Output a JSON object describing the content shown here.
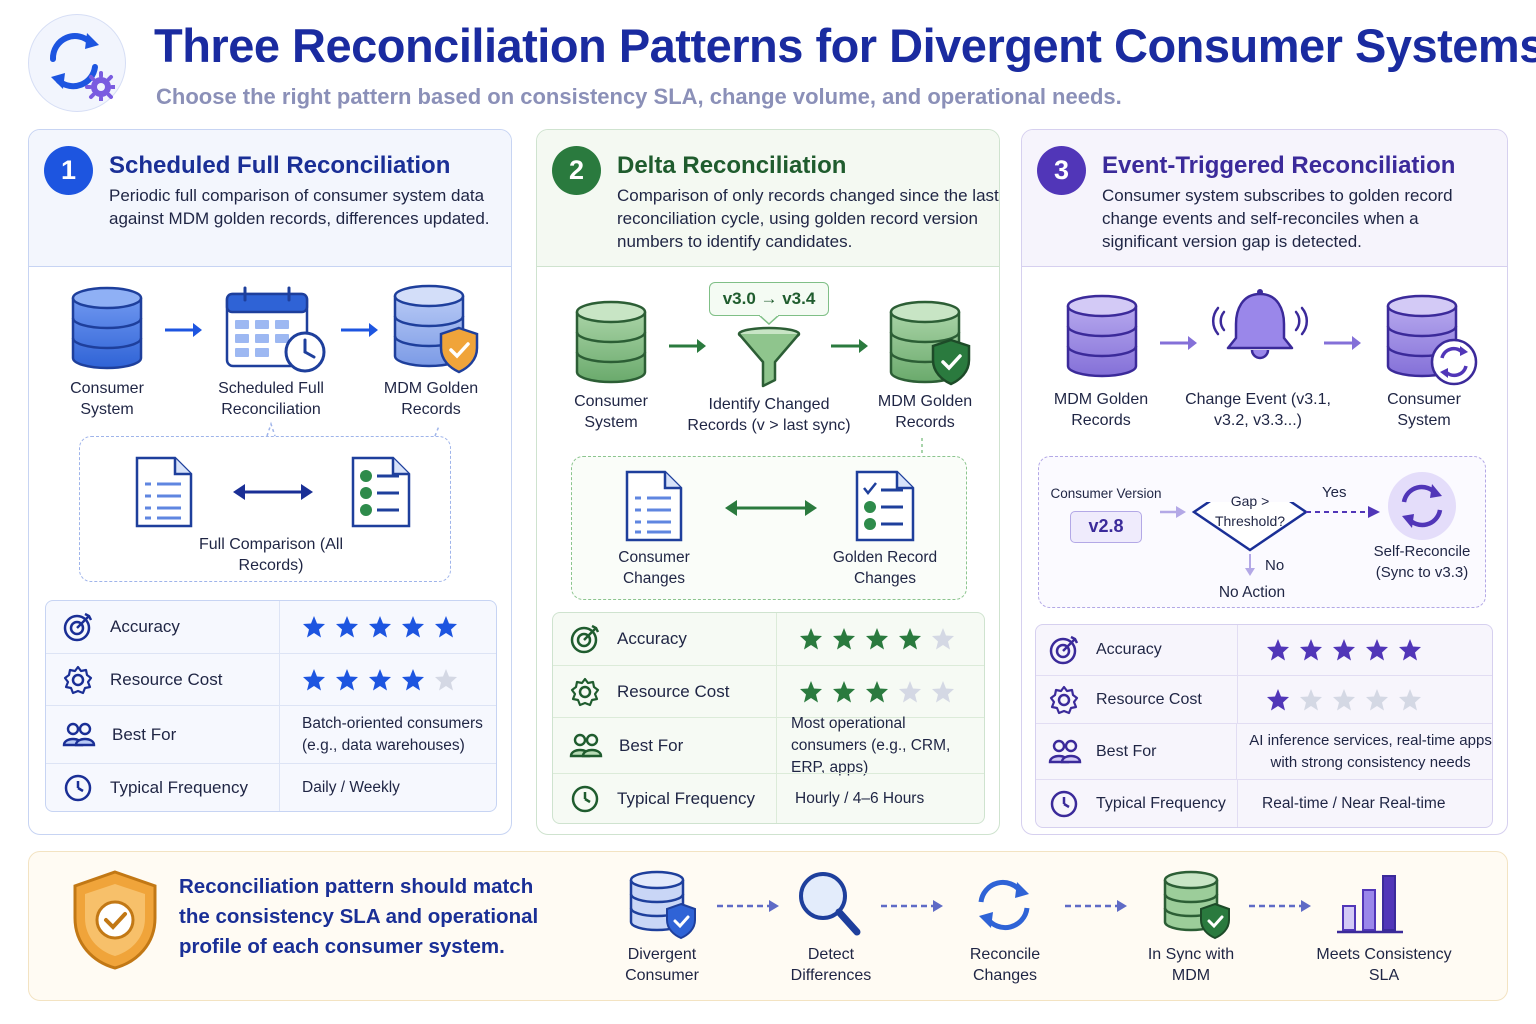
{
  "header": {
    "title": "Three Reconciliation Patterns for Divergent Consumer Systems",
    "subtitle": "Choose the right pattern based on consistency SLA, change volume, and operational needs."
  },
  "colors": {
    "blue": "#1d55e0",
    "green": "#2a7a3e",
    "purple": "#5136b8",
    "navy": "#1a2ba0",
    "gold": "#f0a43a"
  },
  "patterns": [
    {
      "number": "1",
      "title": "Scheduled Full Reconciliation",
      "description": "Periodic full comparison of consumer system data against MDM golden records, differences updated.",
      "flow": [
        "Consumer System",
        "Scheduled Full Reconciliation",
        "MDM Golden Records"
      ],
      "icons": [
        "database-icon",
        "calendar-clock-icon",
        "database-shield-icon"
      ],
      "detail": {
        "label": "Full Comparison (All Records)"
      },
      "metrics": {
        "accuracy_label": "Accuracy",
        "accuracy_stars": 5,
        "cost_label": "Resource Cost",
        "cost_stars": 4,
        "best_for_label": "Best For",
        "best_for": "Batch-oriented consumers (e.g., data warehouses)",
        "frequency_label": "Typical Frequency",
        "frequency": "Daily / Weekly"
      }
    },
    {
      "number": "2",
      "title": "Delta Reconciliation",
      "description": "Comparison of only records changed since the last reconciliation cycle, using golden record version numbers to identify candidates.",
      "version_badge": "v3.0 → v3.4",
      "flow": [
        "Consumer System",
        "Identify Changed Records (v > last sync)",
        "MDM Golden Records"
      ],
      "icons": [
        "database-icon",
        "funnel-icon",
        "database-shield-icon"
      ],
      "detail": {
        "left": "Consumer Changes",
        "right": "Golden Record Changes"
      },
      "metrics": {
        "accuracy_label": "Accuracy",
        "accuracy_stars": 4,
        "cost_label": "Resource Cost",
        "cost_stars": 3,
        "best_for_label": "Best For",
        "best_for": "Most operational consumers (e.g., CRM, ERP, apps)",
        "frequency_label": "Typical Frequency",
        "frequency": "Hourly / 4–6 Hours"
      }
    },
    {
      "number": "3",
      "title": "Event-Triggered Reconciliation",
      "description": "Consumer system subscribes to golden record change events and self-reconciles when a significant version gap is detected.",
      "flow": [
        "MDM Golden Records",
        "Change Event (v3.1, v3.2, v3.3...)",
        "Consumer System"
      ],
      "icons": [
        "database-icon",
        "bell-icon",
        "database-sync-icon"
      ],
      "detail": {
        "version_label": "Consumer Version",
        "version_value": "v2.8",
        "decision": "Gap > Threshold?",
        "yes": "Yes",
        "no": "No",
        "no_action": "No Action",
        "self_reconcile": "Self-Reconcile (Sync to v3.3)"
      },
      "metrics": {
        "accuracy_label": "Accuracy",
        "accuracy_stars": 5,
        "cost_label": "Resource Cost",
        "cost_stars": 1,
        "best_for_label": "Best For",
        "best_for": "AI inference services, real-time apps with strong consistency needs",
        "frequency_label": "Typical Frequency",
        "frequency": "Real-time / Near Real-time"
      }
    }
  ],
  "footer": {
    "message": "Reconciliation pattern should match the consistency SLA and operational profile of each consumer system.",
    "steps": [
      "Divergent Consumer",
      "Detect Differences",
      "Reconcile Changes",
      "In Sync with MDM",
      "Meets Consistency SLA"
    ],
    "icons": [
      "database-shield-icon",
      "magnifier-icon",
      "sync-icon",
      "database-check-icon",
      "bar-chart-icon"
    ]
  }
}
